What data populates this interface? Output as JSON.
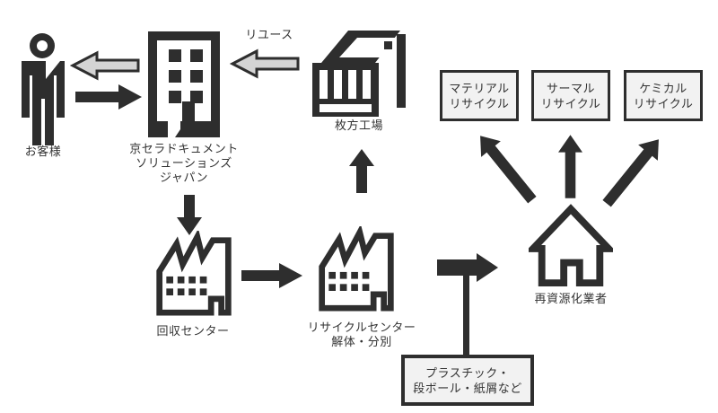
{
  "colors": {
    "ink": "#2e2e2e",
    "gray_arrow_fill": "#d4d4d4",
    "box_background": "#f2f2f2",
    "box_border": "#2e2e2e",
    "text": "#333333"
  },
  "labels": {
    "reuse": "リユース"
  },
  "nodes": {
    "customer": {
      "label": "お客様",
      "icon": "person-icon"
    },
    "kyocera": {
      "lines": [
        "京セラドキュメント",
        "ソリューションズ",
        "ジャパン"
      ],
      "icon": "office-building-icon"
    },
    "hirakata": {
      "label": "枚方工場",
      "icon": "factory-3d-icon"
    },
    "collection_center": {
      "label": "回収センター",
      "icon": "factory-icon"
    },
    "recycle_center": {
      "lines": [
        "リサイクルセンター",
        "解体・分別"
      ],
      "icon": "factory-icon"
    },
    "reseller": {
      "label": "再資源化業者",
      "icon": "house-icon"
    }
  },
  "outputs": {
    "material": {
      "lines": [
        "マテリアル",
        "リサイクル"
      ]
    },
    "thermal": {
      "lines": [
        "サーマル",
        "リサイクル"
      ]
    },
    "chemical": {
      "lines": [
        "ケミカル",
        "リサイクル"
      ]
    },
    "plastics": {
      "lines": [
        "プラスチック・",
        "段ボール・紙屑など"
      ]
    }
  }
}
